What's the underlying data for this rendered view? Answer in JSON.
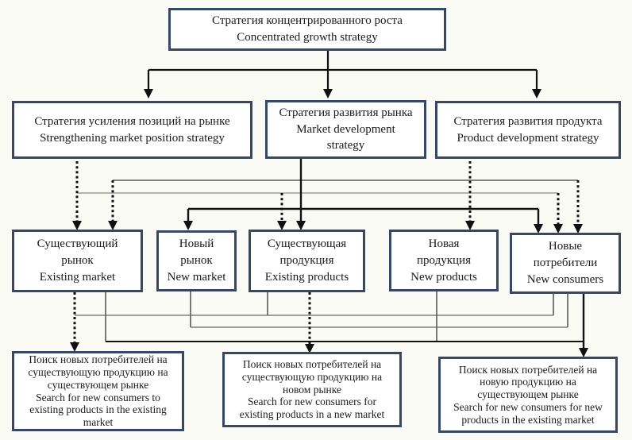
{
  "diagram_title": "Concentrated growth strategy",
  "colors": {
    "box_border": "#35486B",
    "box_fill": "#ffffff",
    "arrow": "#111111",
    "thin_line": "#555555",
    "page_background": "#fbfbf6"
  },
  "boxes": {
    "concentrated_growth": {
      "lines": [
        "Стратегия концентрированного роста",
        "Concentrated growth strategy"
      ]
    },
    "strengthening_market_position": {
      "lines": [
        "Стратегия усиления позиций на рынке",
        "Strengthening market position strategy"
      ]
    },
    "market_development": {
      "lines": [
        "Стратегия развития рынка",
        "Market development",
        "strategy"
      ]
    },
    "product_development": {
      "lines": [
        "Стратегия развития продукта",
        "Product development strategy"
      ]
    },
    "existing_market": {
      "lines": [
        "Существующий",
        "рынок",
        "Existing market"
      ]
    },
    "new_market": {
      "lines": [
        "Новый",
        "рынок",
        "New market"
      ]
    },
    "existing_products": {
      "lines": [
        "Существующая",
        "продукция",
        "Existing products"
      ]
    },
    "new_products": {
      "lines": [
        "Новая",
        "продукция",
        "New products"
      ]
    },
    "new_consumers": {
      "lines": [
        "Новые",
        "потребители",
        "New consumers"
      ]
    },
    "search_existing_products_existing_market": {
      "lines": [
        "Поиск новых потребителей на",
        "существующую продукцию на",
        "существующем рынке",
        "Search for new consumers to",
        "existing products in the existing",
        "market"
      ]
    },
    "search_existing_products_new_market": {
      "lines": [
        "Поиск новых потребителей на",
        "существующую продукцию на",
        "новом рынке",
        "Search for new consumers for",
        "existing products in a new market"
      ]
    },
    "search_new_products_existing_market": {
      "lines": [
        "Поиск новых потребителей на",
        "новую продукцию на",
        "существующем рынке",
        "Search for new consumers for new",
        "products in the existing market"
      ]
    }
  },
  "edges": [
    {
      "from": "concentrated_growth",
      "to": "strengthening_market_position",
      "style": "solid"
    },
    {
      "from": "concentrated_growth",
      "to": "market_development",
      "style": "solid"
    },
    {
      "from": "concentrated_growth",
      "to": "product_development",
      "style": "solid"
    },
    {
      "from": "strengthening_market_position",
      "to": "existing_market",
      "style": "dotted"
    },
    {
      "from": "strengthening_market_position",
      "to": "existing_products",
      "style": "dotted"
    },
    {
      "from": "strengthening_market_position",
      "to": "new_consumers",
      "style": "dotted"
    },
    {
      "from": "market_development",
      "to": "new_market",
      "style": "solid"
    },
    {
      "from": "market_development",
      "to": "existing_products",
      "style": "solid"
    },
    {
      "from": "market_development",
      "to": "new_consumers",
      "style": "solid"
    },
    {
      "from": "product_development",
      "to": "existing_market",
      "style": "dotted"
    },
    {
      "from": "product_development",
      "to": "new_products",
      "style": "dotted"
    },
    {
      "from": "product_development",
      "to": "new_consumers",
      "style": "dotted"
    },
    {
      "from": "existing_market",
      "to": "search_existing_products_existing_market",
      "style": "dotted"
    },
    {
      "from": "existing_products",
      "to": "search_existing_products_new_market",
      "style": "dotted"
    },
    {
      "from": "new_consumers",
      "to": "search_new_products_existing_market",
      "style": "solid"
    }
  ]
}
